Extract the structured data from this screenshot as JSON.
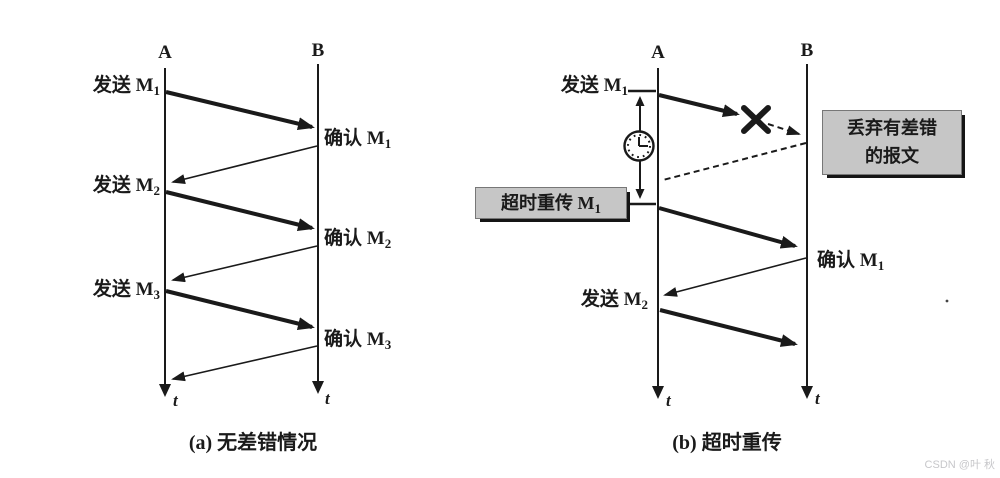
{
  "figure": {
    "panel_a": {
      "caption": "(a) 无差错情况",
      "host_a": "A",
      "host_b": "B",
      "t_label": "t",
      "send_m1": {
        "text": "发送 M",
        "sub": "1"
      },
      "send_m2": {
        "text": "发送 M",
        "sub": "2"
      },
      "send_m3": {
        "text": "发送 M",
        "sub": "3"
      },
      "ack_m1": {
        "text": "确认 M",
        "sub": "1"
      },
      "ack_m2": {
        "text": "确认 M",
        "sub": "2"
      },
      "ack_m3": {
        "text": "确认 M",
        "sub": "3"
      }
    },
    "panel_b": {
      "caption": "(b) 超时重传",
      "host_a": "A",
      "host_b": "B",
      "t_label": "t",
      "send_m1": {
        "text": "发送 M",
        "sub": "1"
      },
      "timeout_retransmit": {
        "text": "超时重传 M",
        "sub": "1"
      },
      "discard_note_line1": "丢弃有差错",
      "discard_note_line2": "的报文",
      "ack_m1": {
        "text": "确认 M",
        "sub": "1"
      },
      "send_m2": {
        "text": "发送 M",
        "sub": "2"
      }
    }
  },
  "watermark": "CSDN @叶 秋",
  "colors": {
    "ink": "#1a1a1a",
    "box_fill": "#c6c6c6",
    "box_shadow": "#151515",
    "watermark": "#c7c7ca"
  }
}
